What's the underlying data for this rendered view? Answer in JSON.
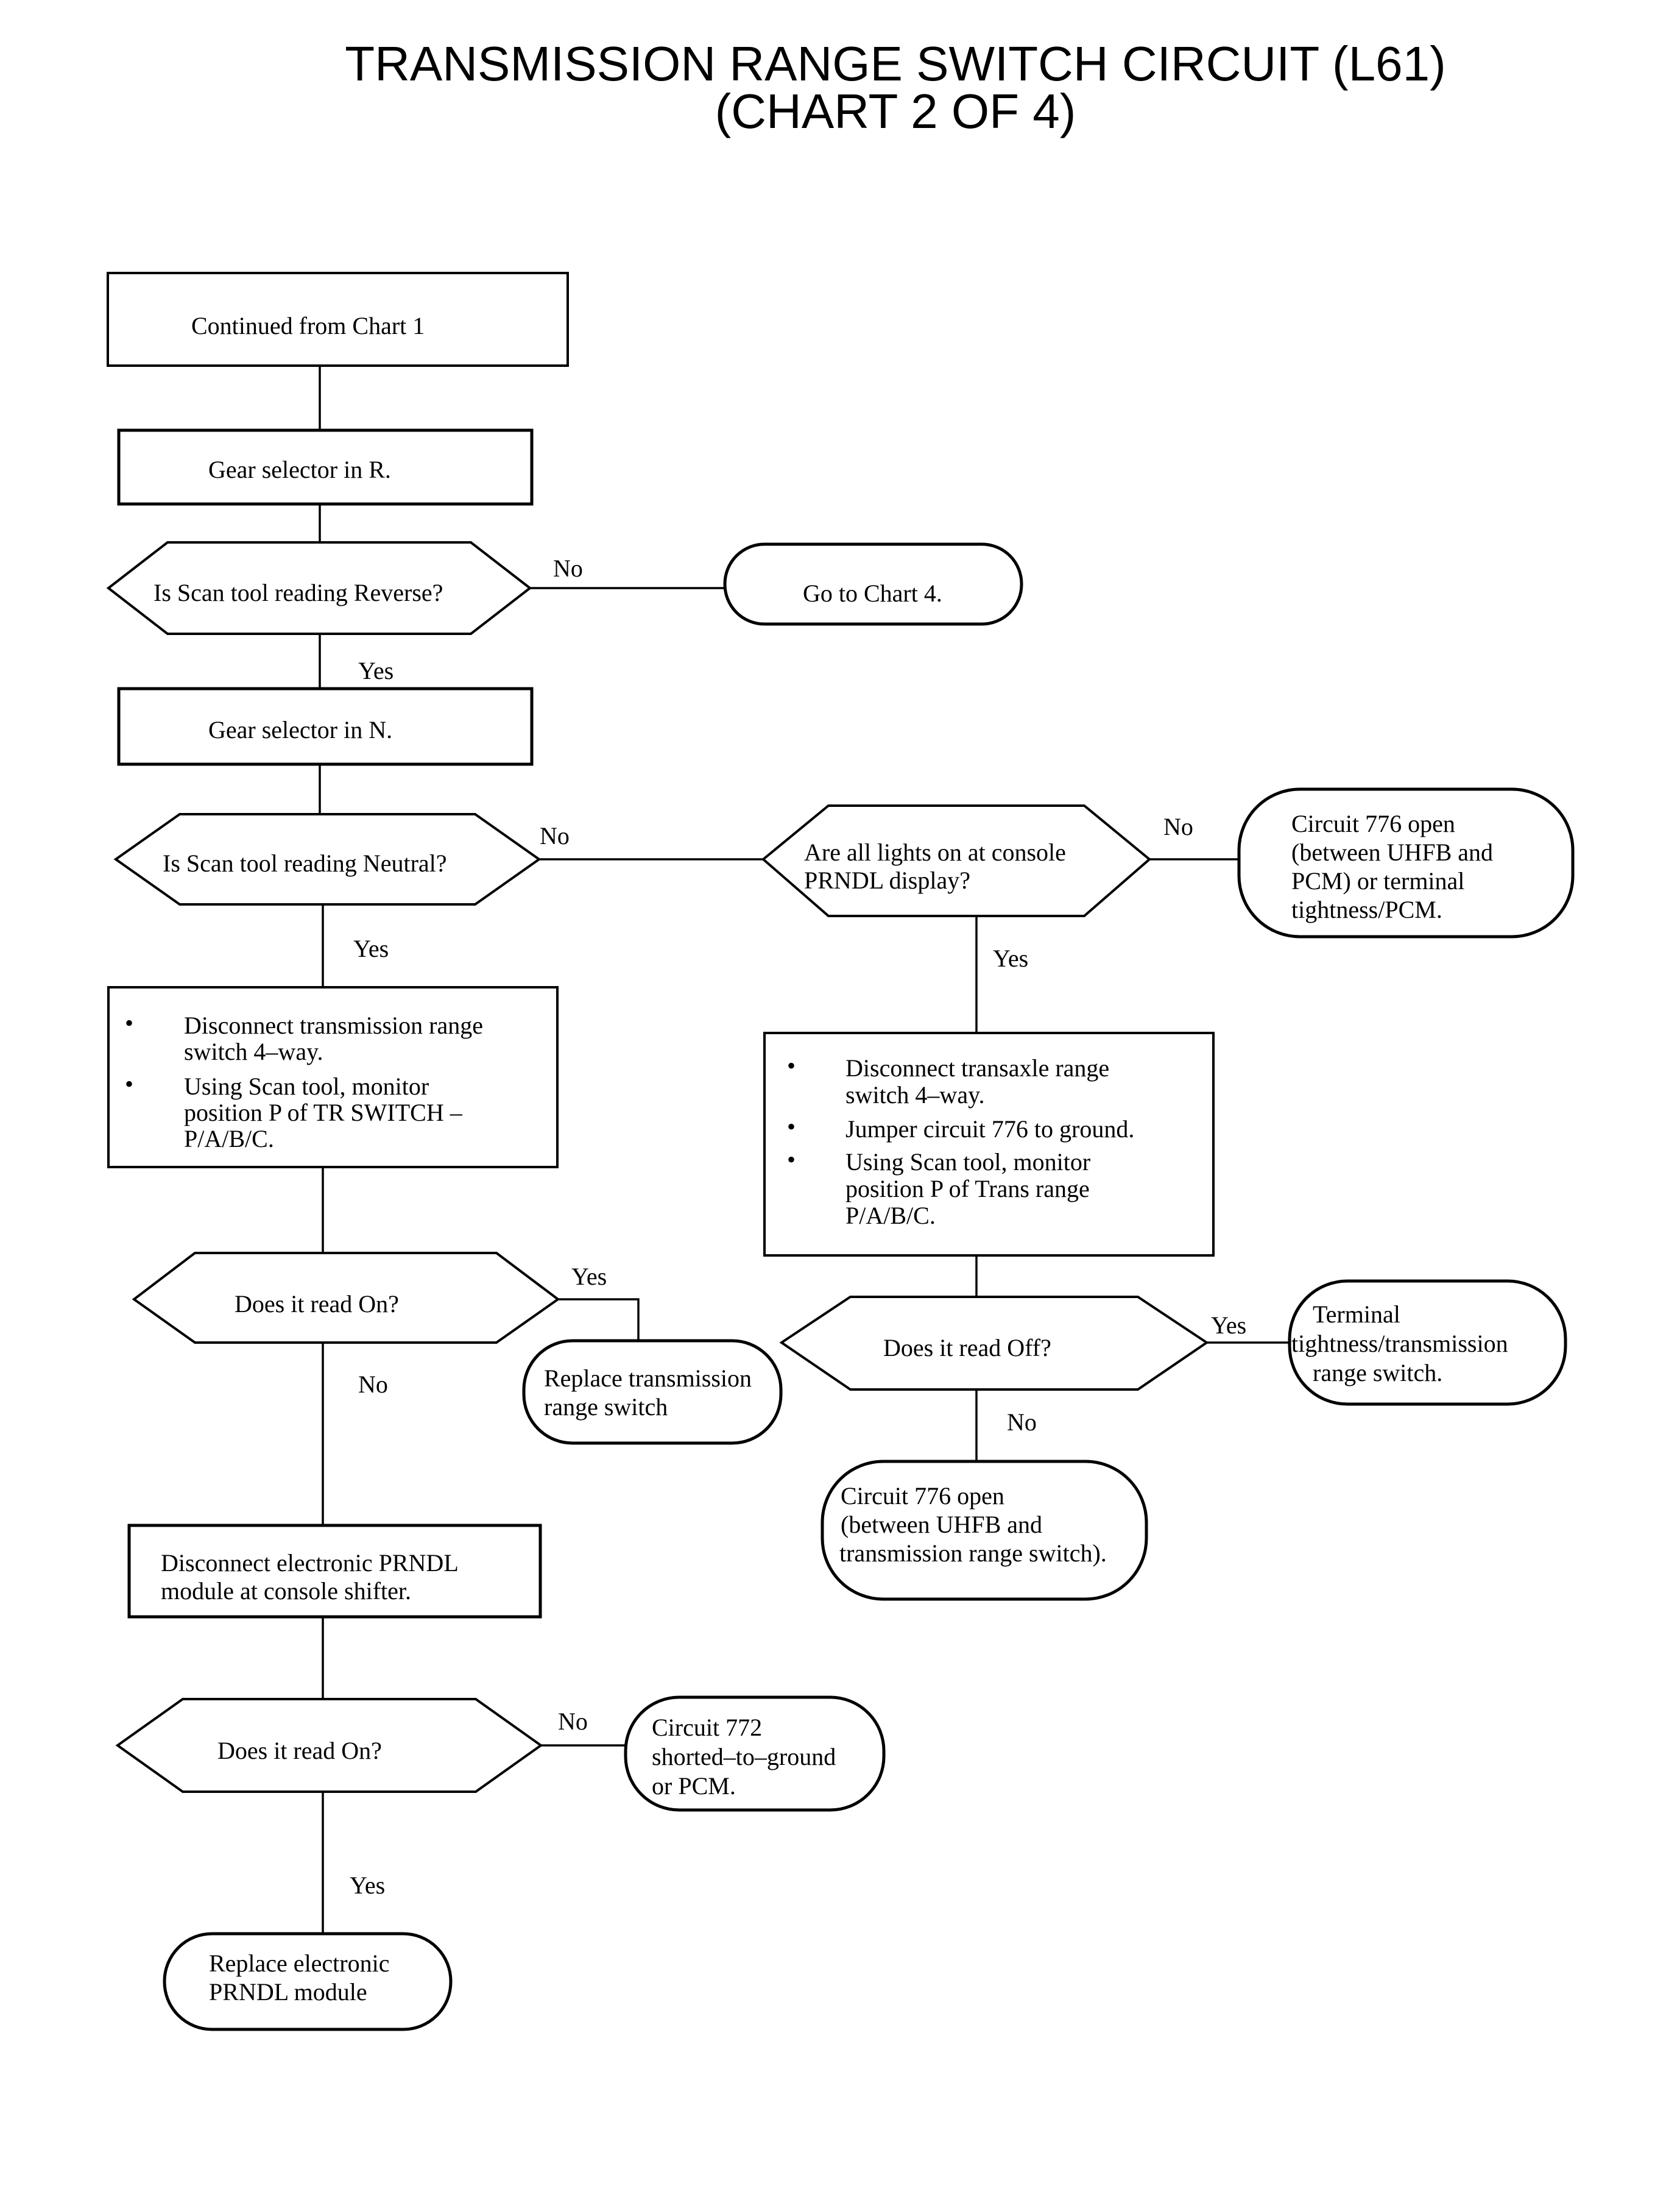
{
  "title": {
    "line1": "TRANSMISSION RANGE SWITCH CIRCUIT (L61)",
    "line2": "(CHART 2 OF 4)"
  },
  "nodes": {
    "continued": "Continued from Chart 1",
    "gear_r": "Gear selector in R.",
    "q_reverse": "Is Scan tool reading Reverse?",
    "goto_chart4": "Go to Chart 4.",
    "gear_n": "Gear selector in N.",
    "q_neutral": "Is Scan tool reading Neutral?",
    "q_lights": [
      "Are all lights on at console",
      "PRNDL display?"
    ],
    "circuit776_pcm": [
      "Circuit 776 open",
      "(between UHFB and",
      "PCM) or terminal",
      "tightness/PCM."
    ],
    "bullet": "•",
    "left_steps": {
      "b1": [
        "Disconnect transmission range",
        "switch 4–way."
      ],
      "b2": [
        "Using Scan tool, monitor",
        "position P of TR SWITCH –",
        "P/A/B/C."
      ]
    },
    "right_steps": {
      "b1": [
        "Disconnect transaxle range",
        "switch  4–way."
      ],
      "b2": [
        "Jumper circuit 776 to ground."
      ],
      "b3": [
        "Using Scan tool, monitor",
        "position P of Trans range",
        "P/A/B/C."
      ]
    },
    "q_read_on_1": "Does it read On?",
    "replace_switch": [
      "Replace transmission",
      "range switch"
    ],
    "q_read_off": "Does it read Off?",
    "terminal_tightness": [
      "Terminal",
      "tightness/transmission",
      "range switch."
    ],
    "circuit776_switch": [
      "Circuit 776 open",
      "(between UHFB and",
      "transmission range switch)."
    ],
    "disconnect_prndl": [
      "Disconnect electronic PRNDL",
      "module at console shifter."
    ],
    "q_read_on_2": "Does it read On?",
    "circuit772": [
      "Circuit 772",
      "shorted–to–ground",
      "or PCM."
    ],
    "replace_prndl": [
      "Replace electronic",
      "PRNDL module"
    ]
  },
  "edge_labels": {
    "yes": "Yes",
    "no": "No"
  }
}
